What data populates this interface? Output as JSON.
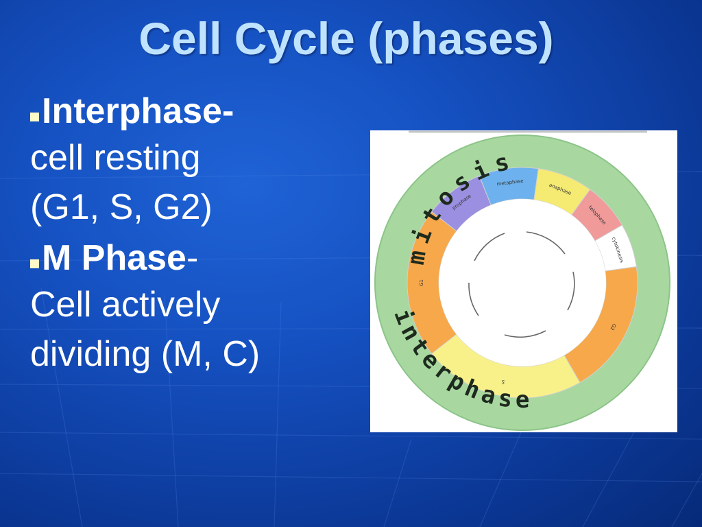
{
  "slide": {
    "title": "Cell Cycle (phases)",
    "bullets": [
      {
        "head": "Interphase-",
        "desc": [
          "cell resting",
          "(G1, S, G2)"
        ]
      },
      {
        "head": "M Phase",
        "sep": "-",
        "desc": [
          "Cell actively",
          "dividing (M, C)"
        ]
      }
    ]
  },
  "figure": {
    "outer_ring_words": [
      "mitosis",
      "interphase"
    ],
    "mitosis_phases": [
      {
        "label": "prophase",
        "color": "#9a8fe0"
      },
      {
        "label": "metaphase",
        "color": "#6db2ee"
      },
      {
        "label": "anaphase",
        "color": "#f5ea72"
      },
      {
        "label": "telophase",
        "color": "#f09a9a"
      },
      {
        "label": "cytokinesis",
        "color": "#ffffff"
      }
    ],
    "interphase_phases": [
      {
        "label": "G2",
        "color": "#f7a84a"
      },
      {
        "label": "S",
        "color": "#f8f18a"
      },
      {
        "label": "G1",
        "color": "#f7a84a"
      }
    ],
    "outer_ring_color": "#a8d8a0"
  },
  "colors": {
    "background": "#1550c0",
    "title": "#bfe3ff",
    "text": "#ffffff",
    "bullet_marker": "#fffbc8"
  }
}
